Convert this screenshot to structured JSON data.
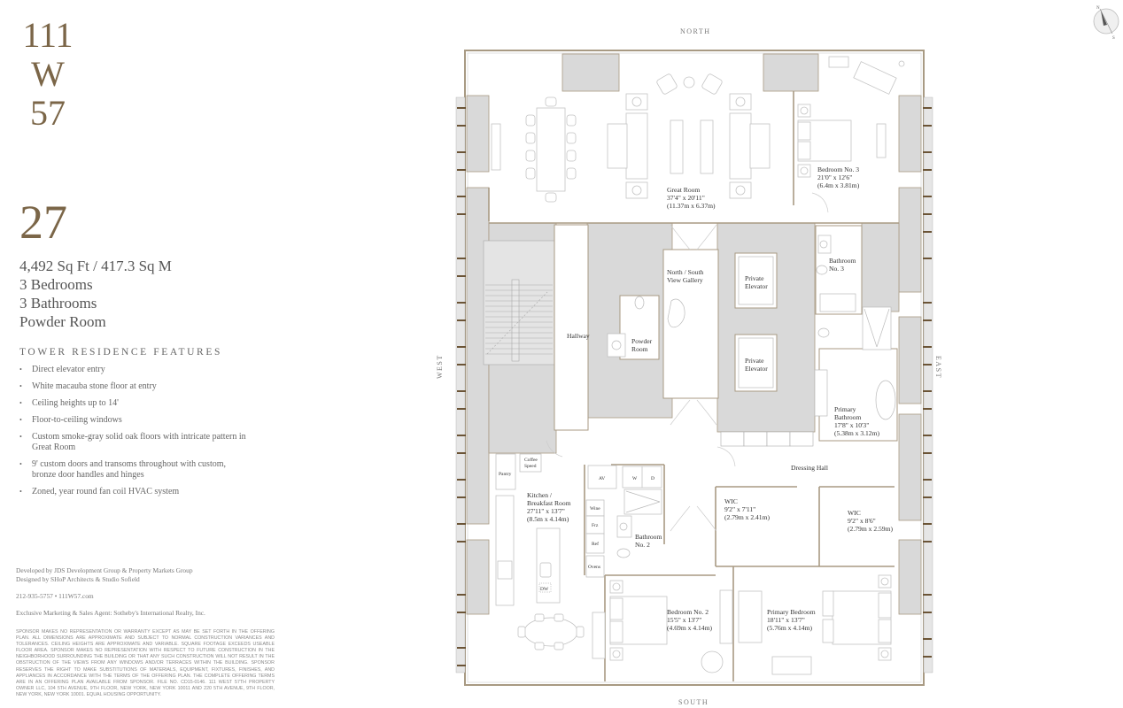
{
  "brand": {
    "line1": "111",
    "line2": "W",
    "line3": "57"
  },
  "unit": {
    "number": "27",
    "area": "4,492 Sq Ft / 417.3 Sq M",
    "bedrooms": "3 Bedrooms",
    "bathrooms": "3 Bathrooms",
    "extra": "Powder Room"
  },
  "features": {
    "title": "TOWER RESIDENCE FEATURES",
    "items": [
      "Direct elevator entry",
      "White macauba stone floor at entry",
      "Ceiling heights up to 14'",
      "Floor-to-ceiling windows",
      "Custom smoke-gray solid oak floors with intricate pattern in Great Room",
      "9' custom doors and transoms throughout with custom, bronze door handles and hinges",
      "Zoned, year round fan coil HVAC system"
    ]
  },
  "credits": {
    "developer": "Developed by JDS Development Group & Property Markets Group",
    "designer": "Designed by SHoP Architects & Studio Sofield",
    "contact": "212-935-5757  •  111W57.com",
    "agent": "Exclusive Marketing & Sales Agent: Sotheby's International Realty, Inc."
  },
  "legal": "Sponsor makes no representation or warranty except as may be set forth in the offering plan. All dimensions are approximate and subject to normal construction variances and tolerances. Ceiling heights are approximate and variable. Square footage exceeds useable floor area. Sponsor makes no representation with respect to future construction in the neighborhood surrounding the building or that any such construction will not result in the obstruction of the views from any windows and/or terraces within the building. Sponsor reserves the right to make substitutions of materials, equipment, fixtures, finishes, and appliances in accordance with the terms of the offering plan. The complete offering terms are in an offering plan available from sponsor. File No. CD15-0146. 111 West 57th Property Owner LLC, 104 5th Avenue, 9th Floor, New York, New York 10011 and 220 5th Avenue, 9th Floor, New York, New York 10001. Equal Housing Opportunity.",
  "compass": {
    "north": "NORTH",
    "south": "SOUTH",
    "east": "EAST",
    "west": "WEST",
    "rose_n": "N",
    "rose_s": "S"
  },
  "rooms": {
    "great_room": {
      "name": "Great Room",
      "dim": "37'4\" x 20'11\"",
      "metric": "(11.37m x 6.37m)"
    },
    "bedroom3": {
      "name": "Bedroom No. 3",
      "dim": "21'0\" x 12'6\"",
      "metric": "(6.4m x 3.81m)"
    },
    "gallery": {
      "name1": "North / South",
      "name2": "View Gallery"
    },
    "elevator1": {
      "name1": "Private",
      "name2": "Elevator"
    },
    "elevator2": {
      "name1": "Private",
      "name2": "Elevator"
    },
    "bathroom3": {
      "name1": "Bathroom",
      "name2": "No. 3"
    },
    "hallway": {
      "name": "Hallway"
    },
    "powder": {
      "name1": "Powder",
      "name2": "Room"
    },
    "primary_bath": {
      "name1": "Primary",
      "name2": "Bathroom",
      "dim": "17'8\" x 10'3\"",
      "metric": "(5.38m x 3.12m)"
    },
    "dressing_hall": {
      "name": "Dressing Hall"
    },
    "kitchen": {
      "name1": "Kitchen /",
      "name2": "Breakfast Room",
      "dim": "27'11\" x 13'7\"",
      "metric": "(8.5m x  4.14m)"
    },
    "pantry": {
      "name": "Pantry"
    },
    "coffee": {
      "name1": "Coffee",
      "name2": "Speed"
    },
    "av": {
      "name": "AV"
    },
    "washer": {
      "name": "W"
    },
    "dryer": {
      "name": "D"
    },
    "wine": {
      "name": "Wine"
    },
    "frz": {
      "name": "Frz"
    },
    "ref": {
      "name": "Ref"
    },
    "ovens": {
      "name": "Ovens"
    },
    "dw": {
      "name": "DW"
    },
    "bathroom2": {
      "name1": "Bathroom",
      "name2": "No. 2"
    },
    "wic1": {
      "name": "WIC",
      "dim": "9'2\" x 7'11\"",
      "metric": "(2.79m x 2.41m)"
    },
    "wic2": {
      "name": "WIC",
      "dim": "9'2\" x 8'6\"",
      "metric": "(2.79m x 2.59m)"
    },
    "bedroom2": {
      "name": "Bedroom No. 2",
      "dim": "15'5\" x 13'7\"",
      "metric": "(4.69m x 4.14m)"
    },
    "primary_bed": {
      "name": "Primary Bedroom",
      "dim": "18'11\" x 13'7\"",
      "metric": "(5.76m x 4.14m)"
    }
  },
  "colors": {
    "brand": "#7b6648",
    "wall": "#a89a83",
    "core": "#d9d9d9",
    "mullion": "#6b5436",
    "line": "#c4c4c4"
  }
}
